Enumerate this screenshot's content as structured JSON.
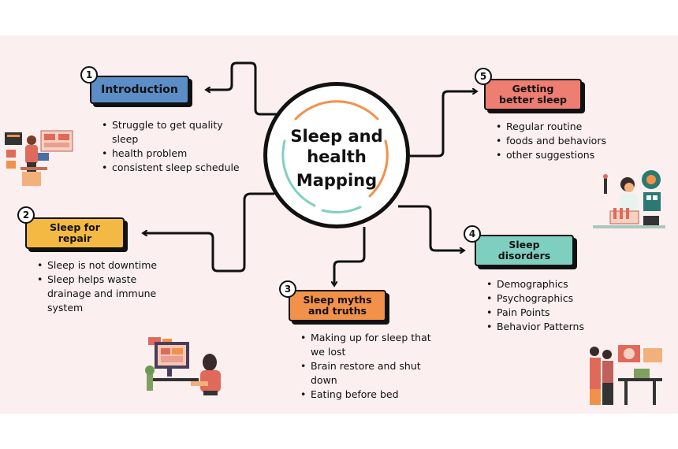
{
  "center": {
    "line1": "Sleep and",
    "line2": "health",
    "line3": "Mapping"
  },
  "nodes": [
    {
      "number": "1",
      "title": "Introduction",
      "color": "#5b8ec6",
      "bullets": [
        "Struggle to get quality",
        "sleep",
        "health problem",
        "consistent sleep schedule"
      ]
    },
    {
      "number": "2",
      "title_lines": [
        "Sleep for",
        "repair"
      ],
      "color": "#f4b942",
      "bullets": [
        "Sleep is not downtime",
        "Sleep helps waste",
        "drainage and immune",
        "system"
      ]
    },
    {
      "number": "3",
      "title_lines": [
        "Sleep myths",
        "and truths"
      ],
      "color": "#f2914a",
      "bullets": [
        "Making up for sleep that",
        "we lost",
        "Brain restore and shut",
        "down",
        "Eating before bed"
      ]
    },
    {
      "number": "4",
      "title_lines": [
        "Sleep",
        "disorders"
      ],
      "color": "#7fcfc0",
      "bullets": [
        "Demographics",
        "Psychographics",
        "Pain Points",
        "Behavior Patterns"
      ]
    },
    {
      "number": "5",
      "title_lines": [
        "Getting",
        "better sleep"
      ],
      "color": "#ee7d72",
      "bullets": [
        "Regular routine",
        "foods and behaviors",
        "other suggestions"
      ]
    }
  ],
  "colors": {
    "background": "#fcefef",
    "ring_orange": "#f2914a",
    "ring_teal": "#7fcfc0"
  }
}
